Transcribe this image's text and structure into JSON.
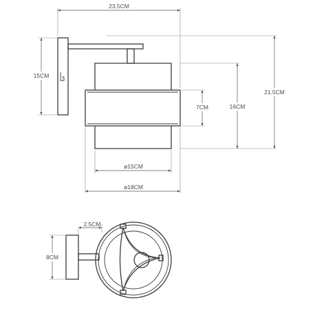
{
  "dimensions": {
    "total_width": "23.5CM",
    "plate_height": "15CM",
    "total_height": "21.5CM",
    "band_height": "7CM",
    "shade_height": "16CM",
    "inner_diameter": "ø15CM",
    "outer_diameter": "ø18CM",
    "arm_offset": "2.5CM",
    "plate_diameter": "8CM"
  },
  "icons": {
    "arrowhead": "filled-triangle",
    "plate_slot": "key-hole-slot"
  },
  "colors": {
    "line": "#3a3a3a",
    "dimension": "#555555",
    "text": "#4a4a4a"
  }
}
